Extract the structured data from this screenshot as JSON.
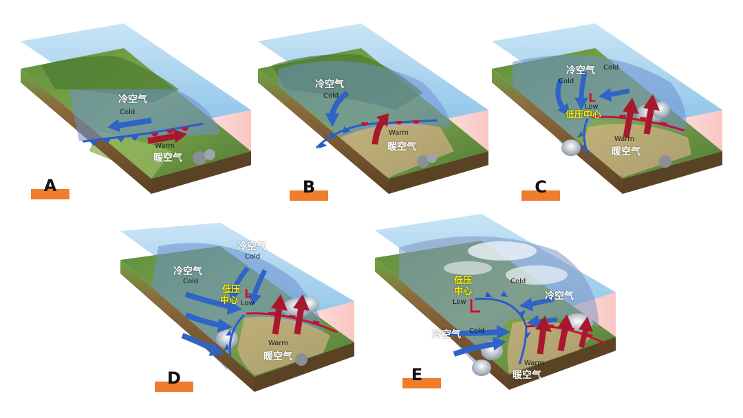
{
  "cold_en": "Cold",
  "warm_en": "Warm",
  "low_en": "Low",
  "cold_cn": "冷空气",
  "warm_cn": "暖空气",
  "low_center_cn": "低压中心",
  "low_center_cn_line1": "低压",
  "low_center_cn_line2": "中心",
  "low_symbol": "L",
  "panels": {
    "a": {
      "label": "A"
    },
    "b": {
      "label": "B"
    },
    "c": {
      "label": "C"
    },
    "d": {
      "label": "D"
    },
    "e": {
      "label": "E"
    }
  },
  "colors": {
    "tag": "#f07d2c",
    "cold_front": "#2a5cc9",
    "warm_front": "#c8102e",
    "cold_air": "#2f63c8",
    "warm_air": "#a8182d",
    "low_mark": "#d0112b"
  }
}
